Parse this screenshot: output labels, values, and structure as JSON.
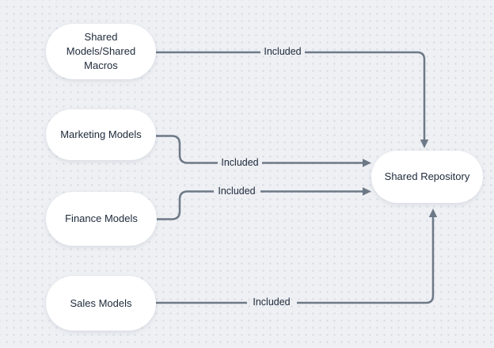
{
  "diagram": {
    "type": "flowchart",
    "description": "Four model sources included into a shared repository"
  },
  "colors": {
    "background": "#eef0f4",
    "dot": "#d9dde3",
    "node_fill": "#ffffff",
    "edge": "#6e7987",
    "text": "#1d2939"
  },
  "nodes": [
    {
      "id": "shared-models-shared-macros",
      "label": "Shared\nModels/Shared\nMacros"
    },
    {
      "id": "marketing-models",
      "label": "Marketing Models"
    },
    {
      "id": "finance-models",
      "label": "Finance Models"
    },
    {
      "id": "sales-models",
      "label": "Sales Models"
    },
    {
      "id": "shared-repository",
      "label": "Shared Repository"
    }
  ],
  "edges": [
    {
      "from": "Shared Models/Shared Macros",
      "to": "Shared Repository",
      "label": "Included"
    },
    {
      "from": "Marketing Models",
      "to": "Shared Repository",
      "label": "Included"
    },
    {
      "from": "Finance Models",
      "to": "Shared Repository",
      "label": "Included"
    },
    {
      "from": "Sales Models",
      "to": "Shared Repository",
      "label": "Included"
    }
  ]
}
